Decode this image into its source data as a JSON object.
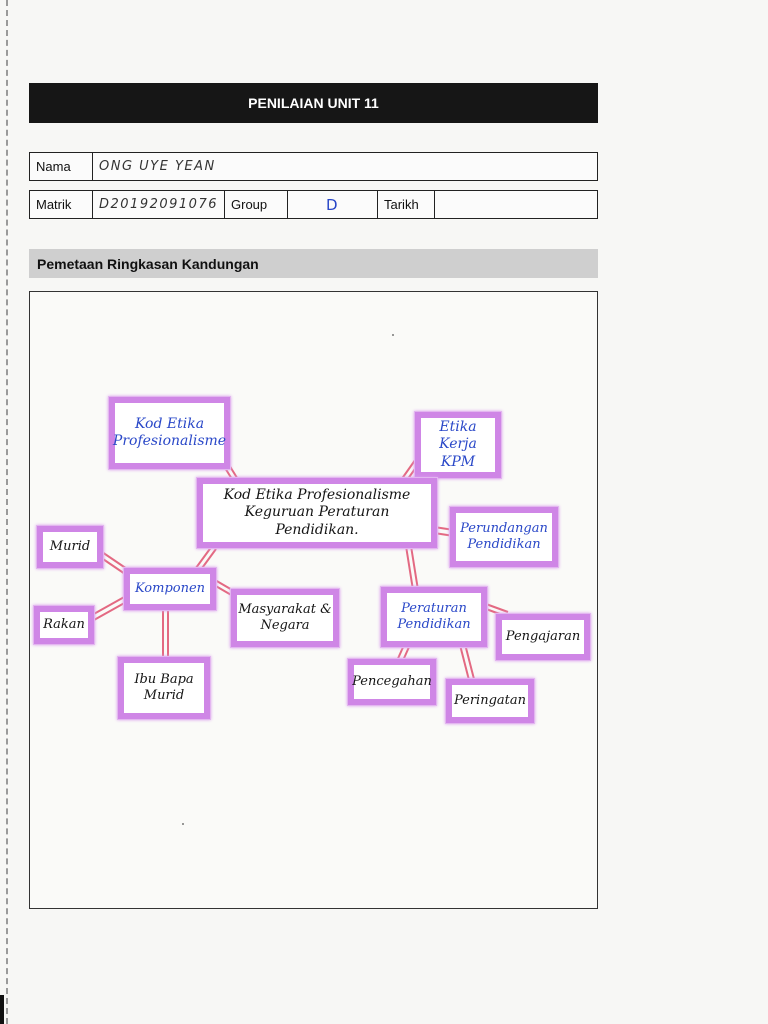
{
  "header": {
    "title": "PENILAIAN UNIT 11"
  },
  "info": {
    "nama_label": "Nama",
    "nama_value": "ONG UYE YEAN",
    "matrik_label": "Matrik",
    "matrik_value": "D20192091076",
    "group_label": "Group",
    "group_value": "D",
    "tarikh_label": "Tarikh",
    "tarikh_value": ""
  },
  "section": {
    "title": "Pemetaan Ringkasan Kandungan"
  },
  "mindmap": {
    "center": "Kod Etika Profesionalisme Keguruan Peraturan Pendidikan.",
    "kod_etika": "Kod Etika Profesionalisme",
    "etika_kerja": "Etika Kerja KPM",
    "perundangan": "Perundangan Pendidikan",
    "komponen": "Komponen",
    "murid": "Murid",
    "rakan": "Rakan",
    "ibu_bapa": "Ibu Bapa Murid",
    "masyarakat": "Masyarakat & Negara",
    "peraturan": "Peraturan Pendidikan",
    "pengajaran": "Pengajaran",
    "pencegahan": "Pencegahan",
    "peringatan": "Peringatan",
    "colors": {
      "box_border": "#cf86e6",
      "connector": "#e0506e",
      "handwriting_blue": "#2a48c8"
    }
  }
}
